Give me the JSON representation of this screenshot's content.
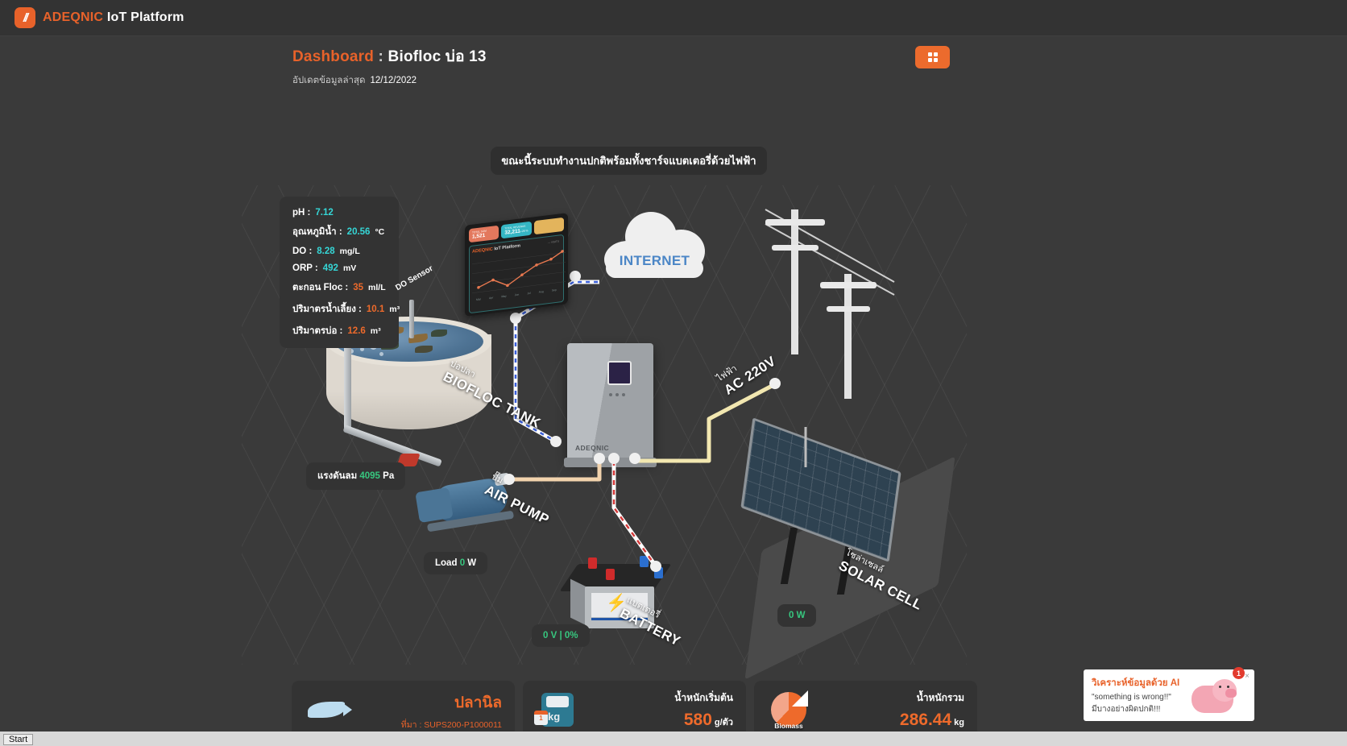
{
  "topbar": {
    "logo_glyph": "//",
    "brand": "ADEQNIC",
    "suffix": " IoT Platform"
  },
  "header": {
    "title_keyword": "Dashboard",
    "title_separator": " : ",
    "title_value": "Biofloc บ่อ 13",
    "updated_label": "อัปเดตข้อมูลล่าสุด",
    "updated_date": "12/12/2022"
  },
  "status_banner": {
    "text": "ขณะนี้ระบบทำงานปกติพร้อมทั้งชาร์จแบตเตอรี่ด้วยไฟฟ้า"
  },
  "sensor_panel": {
    "rows": [
      {
        "label": "pH  :",
        "value": "7.12",
        "unit": "",
        "color": "cyan"
      },
      {
        "label": "อุณหภูมิน้ำ :",
        "value": "20.56",
        "unit": "°C",
        "color": "cyan"
      },
      {
        "label": "DO  :",
        "value": "8.28",
        "unit": "mg/L",
        "color": "cyan"
      },
      {
        "label": "ORP  :",
        "value": "492",
        "unit": "mV",
        "color": "cyan"
      },
      {
        "label": "ตะกอน Floc :",
        "value": "35",
        "unit": "ml/L",
        "color": "orange"
      },
      {
        "label": "ปริมาตรน้ำเลี้ยง :",
        "value": "10.1",
        "unit": "m³",
        "color": "orange"
      },
      {
        "label": "ปริมาตรบ่อ :",
        "value": "12.6",
        "unit": "m³",
        "color": "orange"
      }
    ]
  },
  "monitor": {
    "pills": [
      {
        "title": "TOTAL SUM",
        "value": "1,521",
        "delta": ""
      },
      {
        "title": "TOTAL REVENUE",
        "value": "32,211",
        "delta": "+26 %"
      },
      {
        "title": "",
        "value": "",
        "delta": ""
      }
    ],
    "chart_title_brand": "ADEQNIC",
    "chart_title_rest": " IoT Platform",
    "legend": "VISITS",
    "months": [
      "Mar",
      "Apr",
      "May",
      "Jun",
      "Jul",
      "Aug",
      "Sep"
    ]
  },
  "chart_data": {
    "type": "line",
    "title": "ADEQNIC IoT Platform",
    "categories": [
      "Mar",
      "Apr",
      "May",
      "Jun",
      "Jul",
      "Aug",
      "Sep"
    ],
    "series": [
      {
        "name": "VISITS",
        "values": [
          20,
          34,
          22,
          36,
          52,
          60,
          74
        ]
      }
    ],
    "xlabel": "",
    "ylabel": "",
    "ylim": [
      0,
      100
    ],
    "grid": true,
    "legend_position": "top-right"
  },
  "scene_labels": {
    "do_sensor": "DO Sensor",
    "internet": "INTERNET",
    "tank_thai": "บ่อปลา",
    "tank_eng": "BIOFLOC TANK",
    "pump_thai": "ปั๊ม",
    "pump_eng": "AIR PUMP",
    "battery_thai": "แบตเตอรี่",
    "battery_eng": "BATTERY",
    "solar_thai": "โซล่าเซลล์",
    "solar_eng": "SOLAR CELL",
    "ac_thai": "ไฟฟ้า",
    "ac_eng": "AC 220V",
    "inverter_brand": "ADEQNIC"
  },
  "scene_chips": {
    "air_label": "แรงดันลม",
    "air_value": "4095",
    "air_unit": "Pa",
    "load_label": "Load",
    "load_value": "0",
    "load_unit": "W",
    "battery_volt": "0 V",
    "battery_sep": "|",
    "battery_pct": "0%",
    "solar_value": "0 W"
  },
  "bottom_cards": [
    {
      "icon": "fish-icon",
      "title": "",
      "name": "ปลานิล",
      "sub": "ที่มา : SUPS200-P1000011",
      "value": "",
      "unit": ""
    },
    {
      "icon": "scale-icon",
      "title": "น้ำหนักเริ่มต้น",
      "name": "",
      "sub": "",
      "value": "580",
      "unit": "g/ตัว"
    },
    {
      "icon": "biomass-icon",
      "icon_caption": "Biomass",
      "title": "น้ำหนักรวม",
      "name": "",
      "sub": "",
      "value": "286.44",
      "unit": "kg"
    }
  ],
  "ai_popup": {
    "title": "วิเคราะห์ข้อมูลด้วย AI",
    "message": "\"something is wrong!!\"",
    "message2": "มีบางอย่างผิดปกติ!!!",
    "badge": "1",
    "close": "×"
  },
  "taskbar": {
    "start": "Start"
  },
  "colors": {
    "accent": "#e8622a",
    "cyan": "#35d6d6",
    "green": "#37c77f",
    "panel": "#333333",
    "background": "#3a3a3a"
  }
}
